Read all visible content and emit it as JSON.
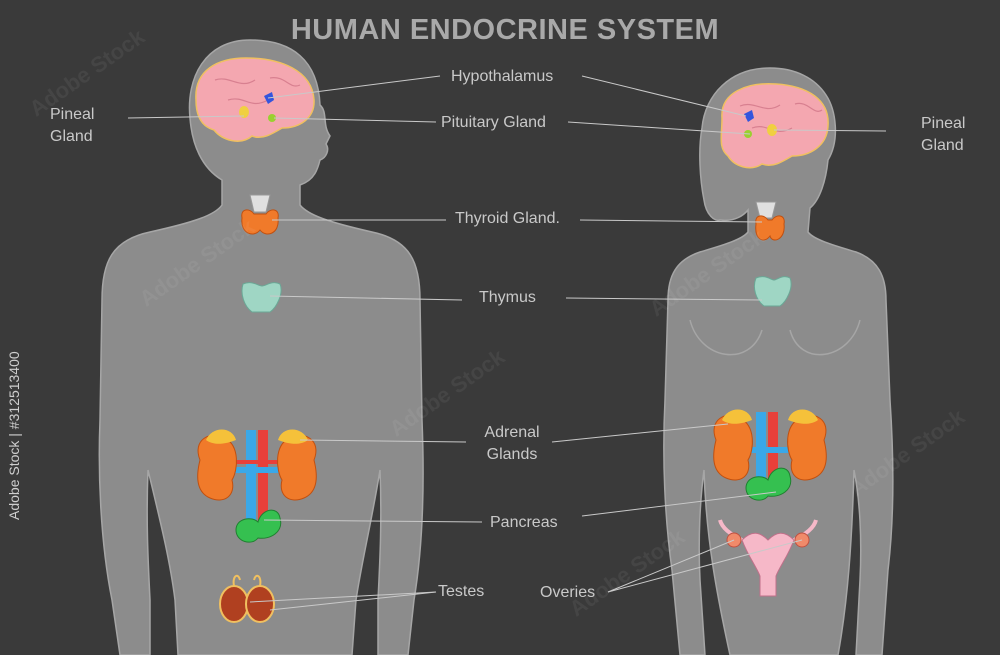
{
  "title": "HUMAN ENDOCRINE  SYSTEM",
  "labels": {
    "pineal_left_1": "Pineal",
    "pineal_left_2": "Gland",
    "pineal_right_1": "Pineal",
    "pineal_right_2": "Gland",
    "hypothalamus": "Hypothalamus",
    "pituitary": "Pituitary Gland",
    "thyroid": "Thyroid Gland.",
    "thymus": "Thymus",
    "adrenal_1": "Adrenal",
    "adrenal_2": "Glands",
    "pancreas": "Pancreas",
    "testes": "Testes",
    "ovaries": "Overies"
  },
  "watermark": "Adobe Stock",
  "stock_id": "Adobe Stock | #312513400",
  "colors": {
    "background": "#3a3a3a",
    "body": "#8c8c8c",
    "brain": "#f4a7b0",
    "thyroid": "#f07a2a",
    "thymus": "#9fd6c4",
    "kidney": "#f07a2a",
    "adrenal": "#f5c13a",
    "pancreas": "#35c050",
    "vessel_blue": "#3aa8e8",
    "vessel_red": "#e8403a",
    "uterus": "#f6b8c8",
    "testes": "#b04020"
  }
}
